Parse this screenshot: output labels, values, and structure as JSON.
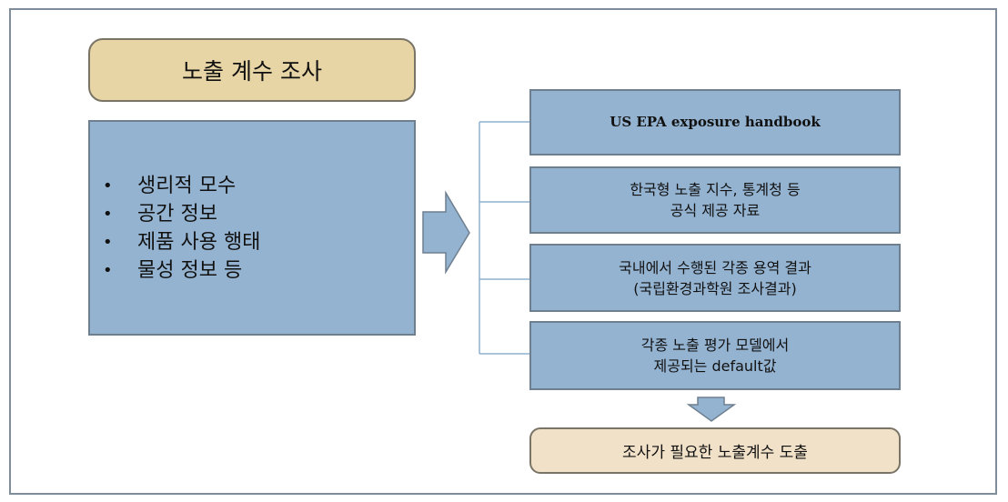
{
  "title_box": {
    "label": "노출 계수 조사"
  },
  "factors": [
    "생리적 모수",
    "공간 정보",
    "제품 사용 행태",
    "물성 정보 등"
  ],
  "bullet_char": "•",
  "sources": [
    {
      "lines": [
        "US EPA exposure handbook"
      ]
    },
    {
      "lines": [
        "한국형 노출 지수, 통계청 등",
        "공식 제공 자료"
      ]
    },
    {
      "lines": [
        "국내에서 수행된 각종 용역 결과",
        "(국립환경과학원 조사결과)"
      ]
    },
    {
      "lines": [
        "각종 노출 평가 모델에서",
        "제공되는 default값"
      ]
    }
  ],
  "result_box": {
    "label": "조사가 필요한 노출계수 도출"
  },
  "colors": {
    "blue_box": "#94b3d1",
    "tan_box": "#e8d5a5",
    "result_box": "#f1e1c8",
    "connector": "#8eb0cf"
  }
}
